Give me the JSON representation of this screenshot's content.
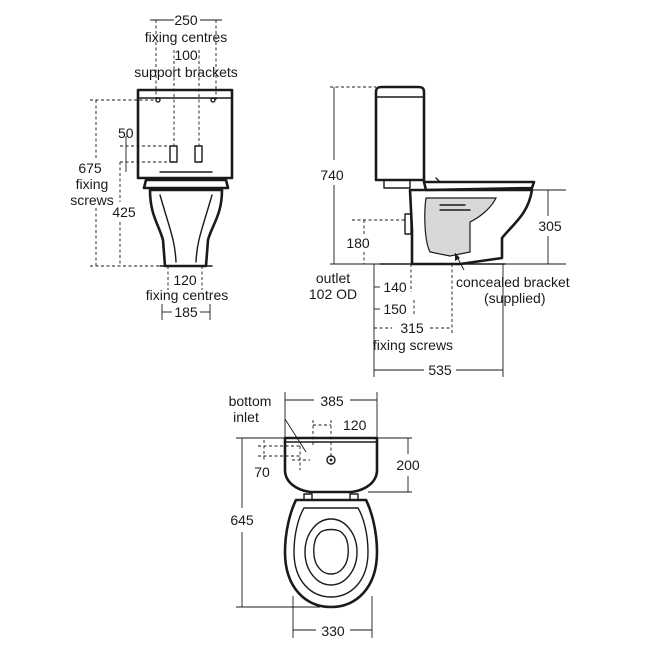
{
  "front_view": {
    "fixing_centres_top_value": "250",
    "fixing_centres_top_label": "fixing centres",
    "support_brackets_value": "100",
    "support_brackets_label": "support brackets",
    "dim_50": "50",
    "fixing_screws_height": "675",
    "fixing_screws_label_1": "fixing",
    "fixing_screws_label_2": "screws",
    "dim_425": "425",
    "fixing_centres_bottom_value": "120",
    "fixing_centres_bottom_label": "fixing centres",
    "dim_185": "185"
  },
  "side_view": {
    "dim_740": "740",
    "dim_305": "305",
    "dim_180": "180",
    "outlet_label": "outlet",
    "outlet_od": "102 OD",
    "dim_140": "140",
    "dim_150": "150",
    "concealed_bracket_1": "concealed bracket",
    "concealed_bracket_2": "(supplied)",
    "dim_315": "315",
    "fixing_screws_label": "fixing screws",
    "dim_535": "535"
  },
  "plan_view": {
    "bottom_label": "bottom",
    "inlet_label": "inlet",
    "dim_385": "385",
    "dim_120": "120",
    "dim_200": "200",
    "dim_70": "70",
    "dim_645": "645",
    "dim_330": "330"
  }
}
